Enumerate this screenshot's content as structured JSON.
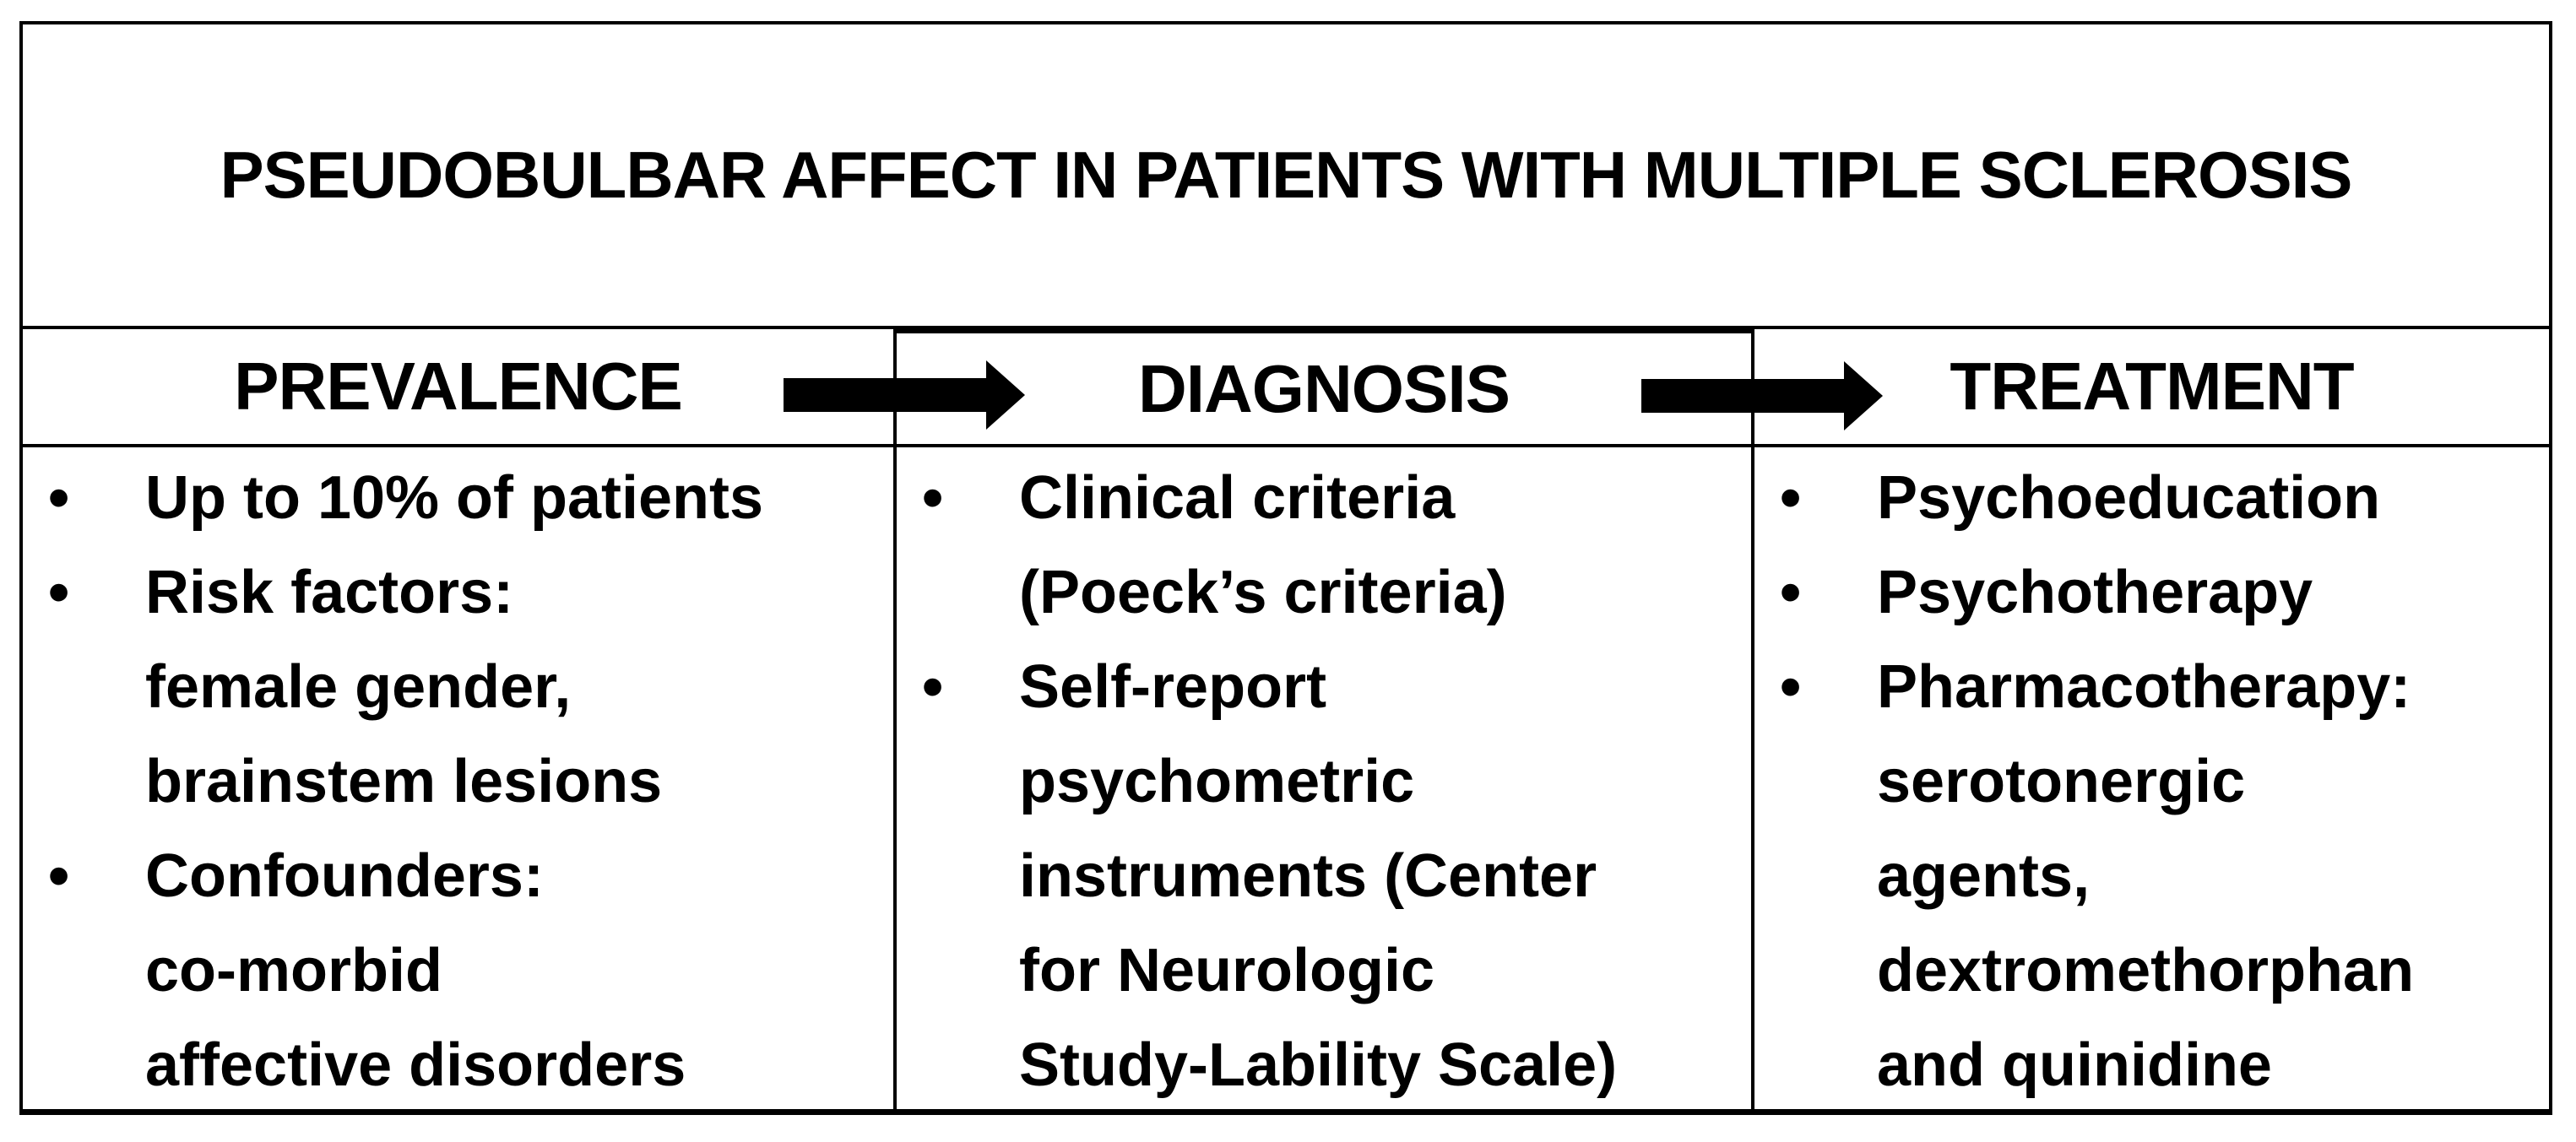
{
  "title": "PSEUDOBULBAR AFFECT IN PATIENTS WITH MULTIPLE SCLEROSIS",
  "bullet_glyph": "•",
  "colors": {
    "ink": "#000000",
    "paper": "#ffffff"
  },
  "columns": [
    {
      "id": "prevalence",
      "header": "PREVALENCE",
      "items": [
        [
          "Up to 10% of patients"
        ],
        [
          "Risk factors:",
          "female gender,",
          "brainstem lesions"
        ],
        [
          "Confounders:",
          "co-morbid",
          "affective disorders"
        ]
      ]
    },
    {
      "id": "diagnosis",
      "header": "DIAGNOSIS",
      "items": [
        [
          "Clinical criteria",
          "(Poeck’s criteria)"
        ],
        [
          "Self-report",
          "psychometric",
          "instruments (Center",
          "for Neurologic",
          "Study-Lability Scale)"
        ]
      ]
    },
    {
      "id": "treatment",
      "header": "TREATMENT",
      "items": [
        [
          "Psychoeducation"
        ],
        [
          "Psychotherapy"
        ],
        [
          "Pharmacotherapy:",
          "serotonergic",
          "agents,",
          "dextromethorphan",
          "and quinidine"
        ]
      ]
    }
  ],
  "arrows": [
    {
      "from": "PREVALENCE",
      "to": "DIAGNOSIS"
    },
    {
      "from": "DIAGNOSIS",
      "to": "TREATMENT"
    }
  ]
}
